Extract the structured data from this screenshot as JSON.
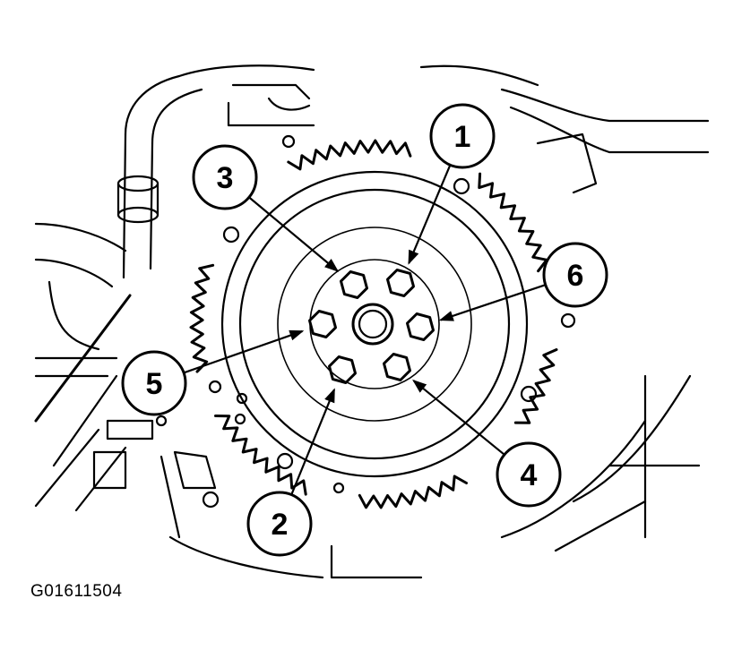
{
  "figure_id": "G01611504",
  "callouts": [
    {
      "label": "1",
      "bolt": 0
    },
    {
      "label": "2",
      "bolt": 3
    },
    {
      "label": "3",
      "bolt": 5
    },
    {
      "label": "4",
      "bolt": 2
    },
    {
      "label": "5",
      "bolt": 4
    },
    {
      "label": "6",
      "bolt": 1
    }
  ]
}
